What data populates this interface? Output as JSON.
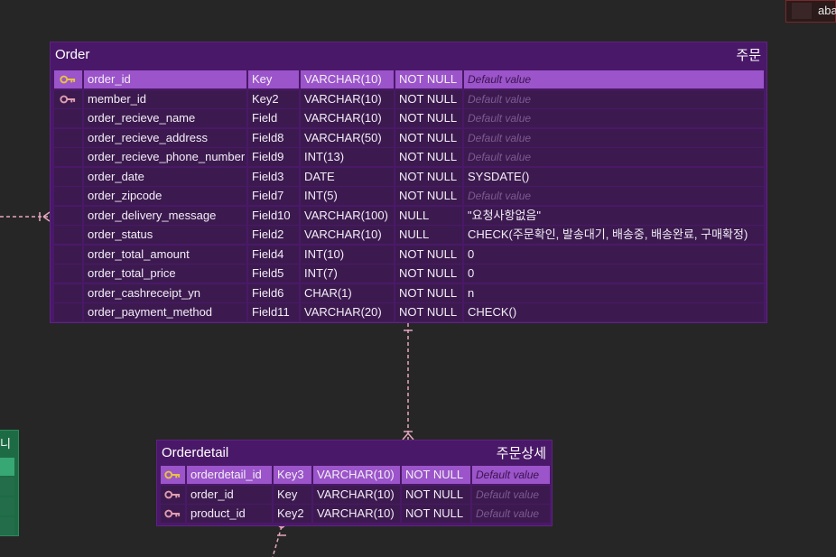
{
  "corner_table": {
    "label": "aba"
  },
  "side_table": {
    "title": "니"
  },
  "order": {
    "name": "Order",
    "comment": "주문",
    "rows": [
      {
        "key": "primary",
        "column": "order_id",
        "logical": "Key",
        "type": "VARCHAR(10)",
        "nullable": "NOT NULL",
        "default": "Default value",
        "is_default_placeholder": true
      },
      {
        "key": "foreign",
        "column": "member_id",
        "logical": "Key2",
        "type": "VARCHAR(10)",
        "nullable": "NOT NULL",
        "default": "Default value",
        "is_default_placeholder": true
      },
      {
        "key": "",
        "column": "order_recieve_name",
        "logical": "Field",
        "type": "VARCHAR(10)",
        "nullable": "NOT NULL",
        "default": "Default value",
        "is_default_placeholder": true
      },
      {
        "key": "",
        "column": "order_recieve_address",
        "logical": "Field8",
        "type": "VARCHAR(50)",
        "nullable": "NOT NULL",
        "default": "Default value",
        "is_default_placeholder": true
      },
      {
        "key": "",
        "column": "order_recieve_phone_number",
        "logical": "Field9",
        "type": "INT(13)",
        "nullable": "NOT NULL",
        "default": "Default value",
        "is_default_placeholder": true
      },
      {
        "key": "",
        "column": "order_date",
        "logical": "Field3",
        "type": "DATE",
        "nullable": "NOT NULL",
        "default": "SYSDATE()",
        "is_default_placeholder": false
      },
      {
        "key": "",
        "column": "order_zipcode",
        "logical": "Field7",
        "type": "INT(5)",
        "nullable": "NOT NULL",
        "default": "Default value",
        "is_default_placeholder": true
      },
      {
        "key": "",
        "column": "order_delivery_message",
        "logical": "Field10",
        "type": "VARCHAR(100)",
        "nullable": "NULL",
        "default": "\"요청사항없음\"",
        "is_default_placeholder": false
      },
      {
        "key": "",
        "column": "order_status",
        "logical": "Field2",
        "type": "VARCHAR(10)",
        "nullable": "NULL",
        "default": "CHECK(주문확인, 발송대기, 배송중, 배송완료, 구매확정)",
        "is_default_placeholder": false
      },
      {
        "key": "",
        "column": "order_total_amount",
        "logical": "Field4",
        "type": "INT(10)",
        "nullable": "NOT NULL",
        "default": "0",
        "is_default_placeholder": false
      },
      {
        "key": "",
        "column": "order_total_price",
        "logical": "Field5",
        "type": "INT(7)",
        "nullable": "NOT NULL",
        "default": "0",
        "is_default_placeholder": false
      },
      {
        "key": "",
        "column": "order_cashreceipt_yn",
        "logical": "Field6",
        "type": "CHAR(1)",
        "nullable": "NOT NULL",
        "default": "n",
        "is_default_placeholder": false
      },
      {
        "key": "",
        "column": "order_payment_method",
        "logical": "Field11",
        "type": "VARCHAR(20)",
        "nullable": "NOT NULL",
        "default": "CHECK()",
        "is_default_placeholder": false
      }
    ]
  },
  "orderdetail": {
    "name": "Orderdetail",
    "comment": "주문상세",
    "rows": [
      {
        "key": "primary",
        "column": "orderdetail_id",
        "logical": "Key3",
        "type": "VARCHAR(10)",
        "nullable": "NOT NULL",
        "default": "Default value",
        "is_default_placeholder": true
      },
      {
        "key": "foreign",
        "column": "order_id",
        "logical": "Key",
        "type": "VARCHAR(10)",
        "nullable": "NOT NULL",
        "default": "Default value",
        "is_default_placeholder": true
      },
      {
        "key": "foreign",
        "column": "product_id",
        "logical": "Key2",
        "type": "VARCHAR(10)",
        "nullable": "NOT NULL",
        "default": "Default value",
        "is_default_placeholder": true
      }
    ]
  },
  "colors": {
    "background": "#262626",
    "entity_fill": "#4a1868",
    "selected_row": "#9b54c9",
    "primary_key_icon": "#e7c341",
    "foreign_key_icon": "#e09db0",
    "relation_line": "#e6a6bf"
  }
}
